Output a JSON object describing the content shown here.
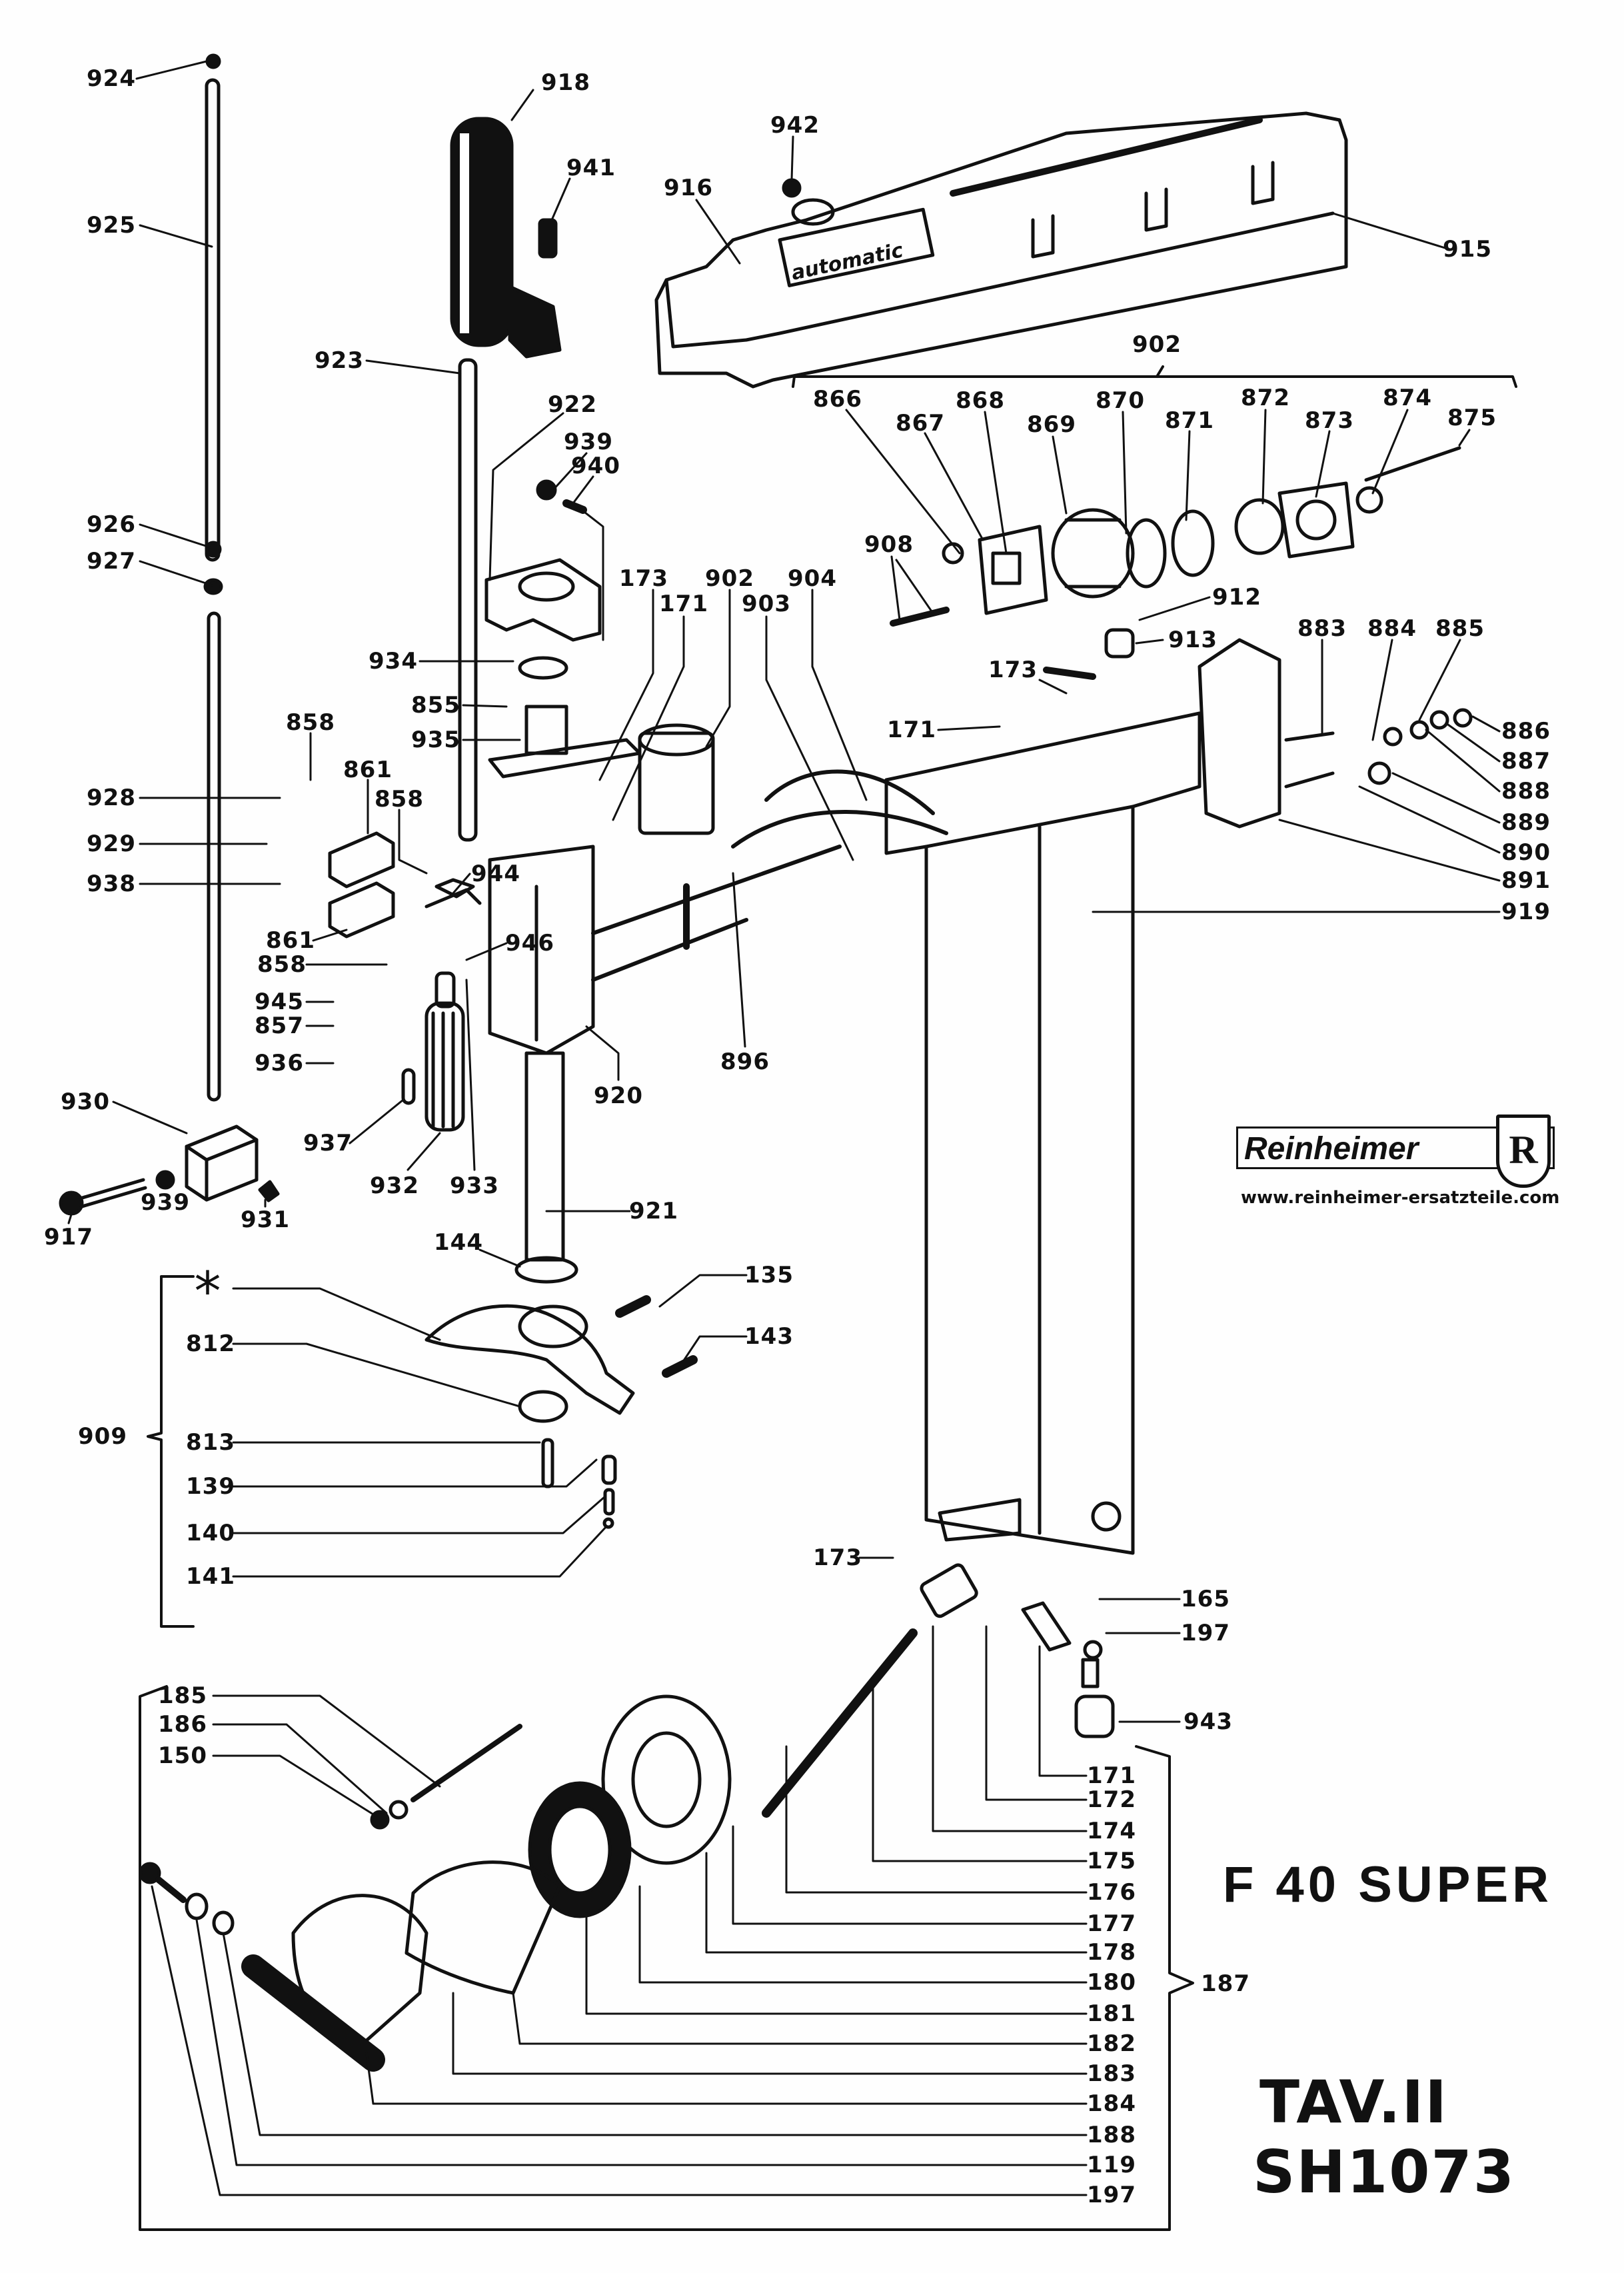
{
  "document": {
    "type": "exploded parts diagram",
    "model": "F 40 SUPER",
    "plate": "TAV.II",
    "code": "SH1073",
    "housing_badge_text": "automatic"
  },
  "branding": {
    "logo_text": "Reinheimer",
    "shield_letter": "R",
    "url": "www.reinheimer-ersatzteile.com"
  },
  "labels": {
    "p924": "924",
    "p925": "925",
    "p926": "926",
    "p927": "927",
    "p918": "918",
    "p941": "941",
    "p942": "942",
    "p916": "916",
    "p915": "915",
    "p923": "923",
    "p902a": "902",
    "p866": "866",
    "p867": "867",
    "p868": "868",
    "p869": "869",
    "p870": "870",
    "p871": "871",
    "p872": "872",
    "p873": "873",
    "p874": "874",
    "p875": "875",
    "p922": "922",
    "p939a": "939",
    "p940": "940",
    "p908": "908",
    "p173a": "173",
    "p902b": "902",
    "p904": "904",
    "p171a": "171",
    "p903": "903",
    "p912": "912",
    "p913": "913",
    "p173b": "173",
    "p171b": "171",
    "p934": "934",
    "p855": "855",
    "p935": "935",
    "p883": "883",
    "p884": "884",
    "p885": "885",
    "p886": "886",
    "p887": "887",
    "p888": "888",
    "p889": "889",
    "p890": "890",
    "p891": "891",
    "p919": "919",
    "p858a": "858",
    "p861a": "861",
    "p858b": "858",
    "p928": "928",
    "p929": "929",
    "p938": "938",
    "p944": "944",
    "p861b": "861",
    "p858c": "858",
    "p946": "946",
    "p945": "945",
    "p857": "857",
    "p936": "936",
    "p896": "896",
    "p920": "920",
    "p930": "930",
    "p937": "937",
    "p932": "932",
    "p933": "933",
    "p921": "921",
    "p917": "917",
    "p939b": "939",
    "p931": "931",
    "p144": "144",
    "p135": "135",
    "pstar": "*",
    "p143": "143",
    "p812": "812",
    "p909": "909",
    "p813": "813",
    "p139": "139",
    "p140": "140",
    "p141": "141",
    "p173c": "173",
    "p165": "165",
    "p197a": "197",
    "p943": "943",
    "p171c": "171",
    "p172": "172",
    "p174": "174",
    "p175": "175",
    "p176": "176",
    "p177": "177",
    "p178": "178",
    "p180": "180",
    "p181": "181",
    "p182": "182",
    "p183": "183",
    "p184": "184",
    "p188": "188",
    "p119": "119",
    "p197b": "197",
    "p187": "187",
    "p185": "185",
    "p186": "186",
    "p150": "150"
  },
  "assemblies": [
    {
      "group": "902",
      "members": [
        "866",
        "867",
        "868",
        "869",
        "870",
        "871",
        "872",
        "873",
        "874",
        "875"
      ]
    },
    {
      "group": "909",
      "members": [
        "*",
        "812",
        "813",
        "139",
        "140",
        "141"
      ]
    },
    {
      "group": "187",
      "members": [
        "171",
        "172",
        "174",
        "175",
        "176",
        "177",
        "178",
        "180",
        "181",
        "182",
        "183",
        "184",
        "188",
        "119",
        "197",
        "185",
        "186",
        "150"
      ]
    }
  ]
}
